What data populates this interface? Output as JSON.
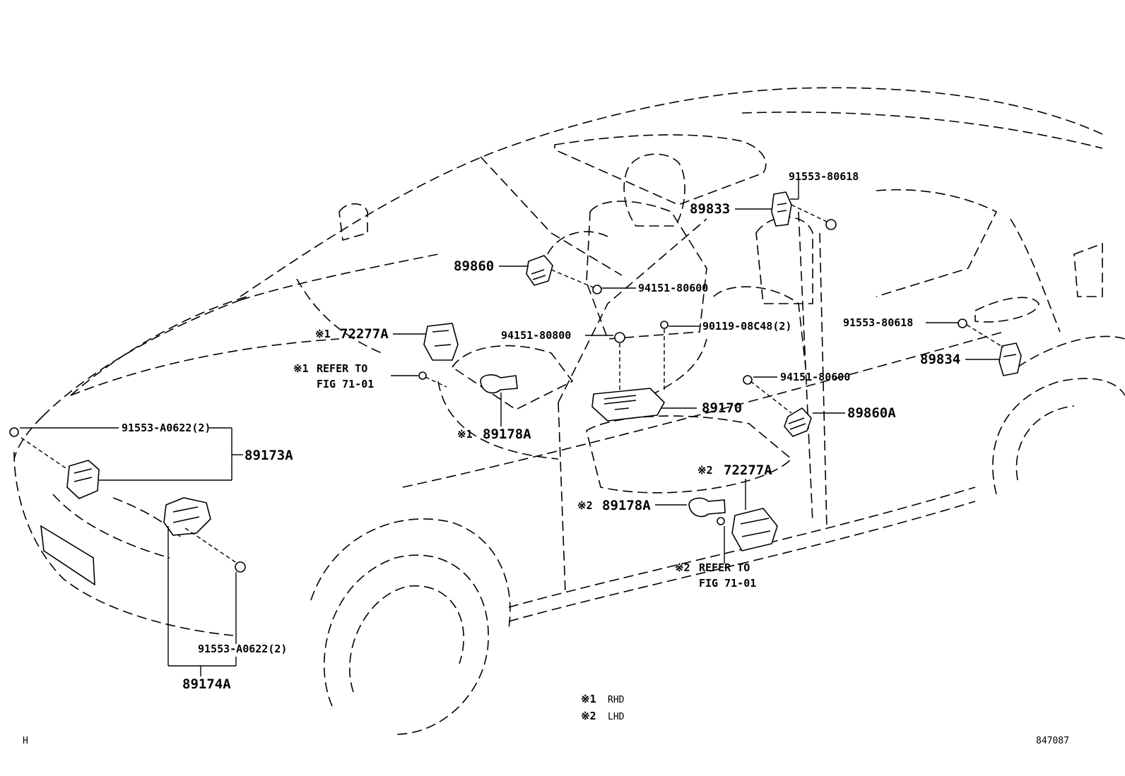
{
  "callouts": {
    "p89833": "89833",
    "b91553_80618_top": "91553-80618",
    "p89860": "89860",
    "n94151_80600_upper": "94151-80600",
    "p72277A_rhd_mark": "※1",
    "p72277A_rhd": "72277A",
    "n94151_80800": "94151-80800",
    "b90119_08C48": "90119-08C48(2)",
    "b91553_80618_right": "91553-80618",
    "p89834": "89834",
    "ref_rhd_mark": "※1",
    "ref_rhd_line1": "REFER TO",
    "ref_rhd_line2": "FIG 71-01",
    "n94151_80600_lower": "94151-80600",
    "p89170": "89170",
    "p89860A": "89860A",
    "b91553_A0622_upper": "91553-A0622(2)",
    "p89173A": "89173A",
    "p89178A_rhd_mark": "※1",
    "p89178A_rhd": "89178A",
    "p72277A_lhd_mark": "※2",
    "p72277A_lhd": "72277A",
    "p89178A_lhd_mark": "※2",
    "p89178A_lhd": "89178A",
    "ref_lhd_mark": "※2",
    "ref_lhd_line1": "REFER TO",
    "ref_lhd_line2": "FIG 71-01",
    "b91553_A0622_lower": "91553-A0622(2)",
    "p89174A": "89174A"
  },
  "legend": {
    "note1_mark": "※1",
    "note1_text": "RHD",
    "note2_mark": "※2",
    "note2_text": "LHD"
  },
  "footer": {
    "left_code": "H",
    "figure_number": "847087"
  }
}
